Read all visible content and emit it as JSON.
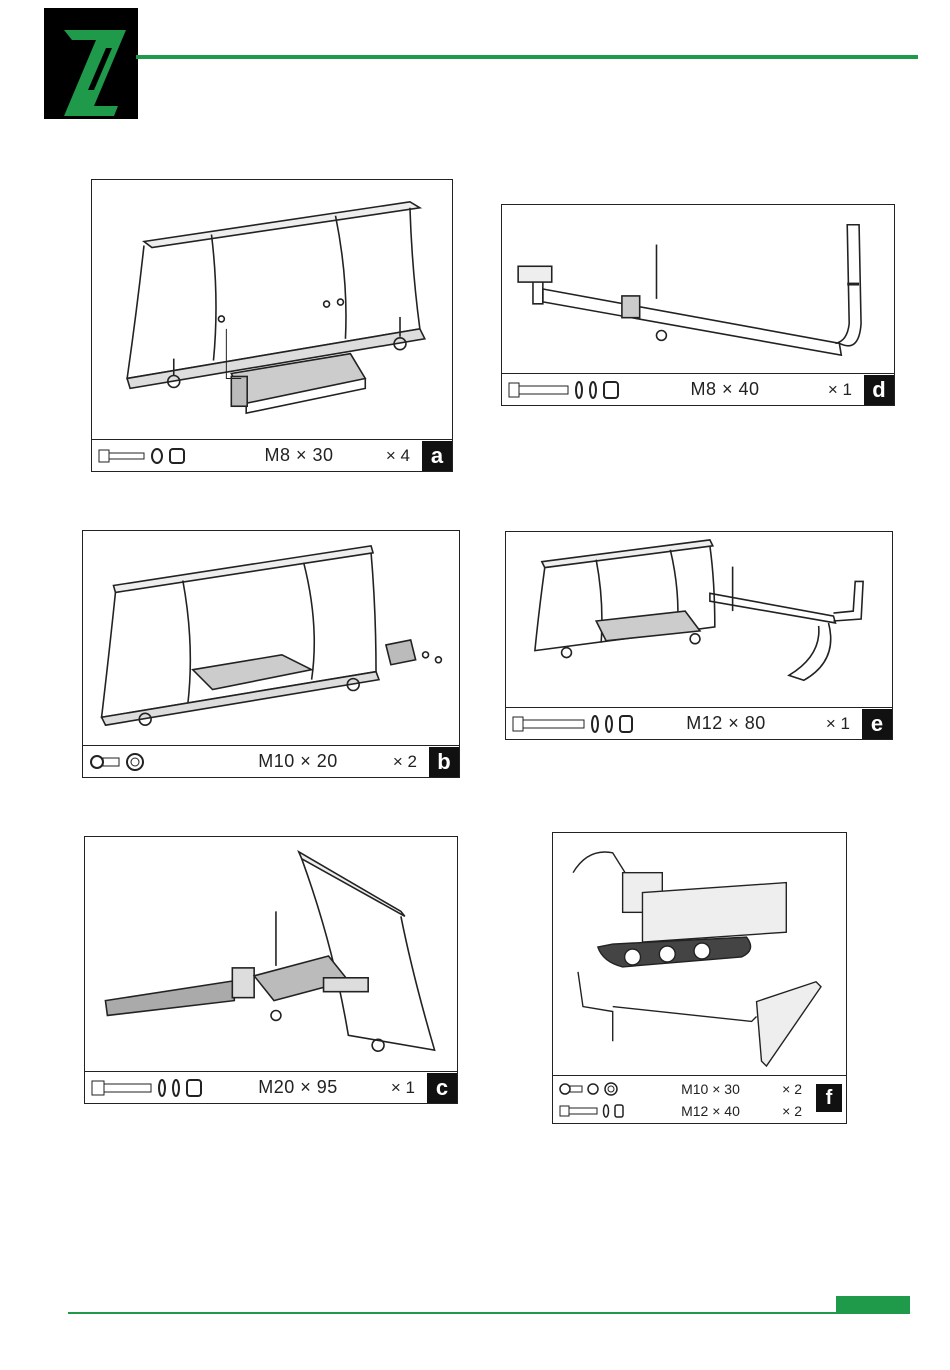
{
  "brand": {
    "colors": {
      "green": "#1f9a4b",
      "black": "#000000"
    }
  },
  "panels": [
    {
      "id": "a",
      "letter": "a",
      "spec": "M8 × 30",
      "qty": "× 4",
      "hardware": [
        "bolt-icon",
        "washer-icon",
        "nut-icon"
      ]
    },
    {
      "id": "b",
      "letter": "b",
      "spec": "M10 × 20",
      "qty": "× 2",
      "hardware": [
        "bolt-icon",
        "washer-icon"
      ]
    },
    {
      "id": "c",
      "letter": "c",
      "spec": "M20 × 95",
      "qty": "× 1",
      "hardware": [
        "bolt-icon",
        "washer-icon",
        "washer-icon",
        "nut-icon"
      ]
    },
    {
      "id": "d",
      "letter": "d",
      "spec": "M8 × 40",
      "qty": "× 1",
      "hardware": [
        "bolt-icon",
        "washer-icon",
        "washer-icon",
        "nut-icon"
      ]
    },
    {
      "id": "e",
      "letter": "e",
      "spec": "M12 × 80",
      "qty": "× 1",
      "hardware": [
        "bolt-icon",
        "washer-icon",
        "washer-icon",
        "nut-icon"
      ]
    },
    {
      "id": "f",
      "letter": "f",
      "rows": [
        {
          "spec": "M10 × 30",
          "qty": "× 2"
        },
        {
          "spec": "M12 × 40",
          "qty": "× 2"
        }
      ]
    }
  ]
}
